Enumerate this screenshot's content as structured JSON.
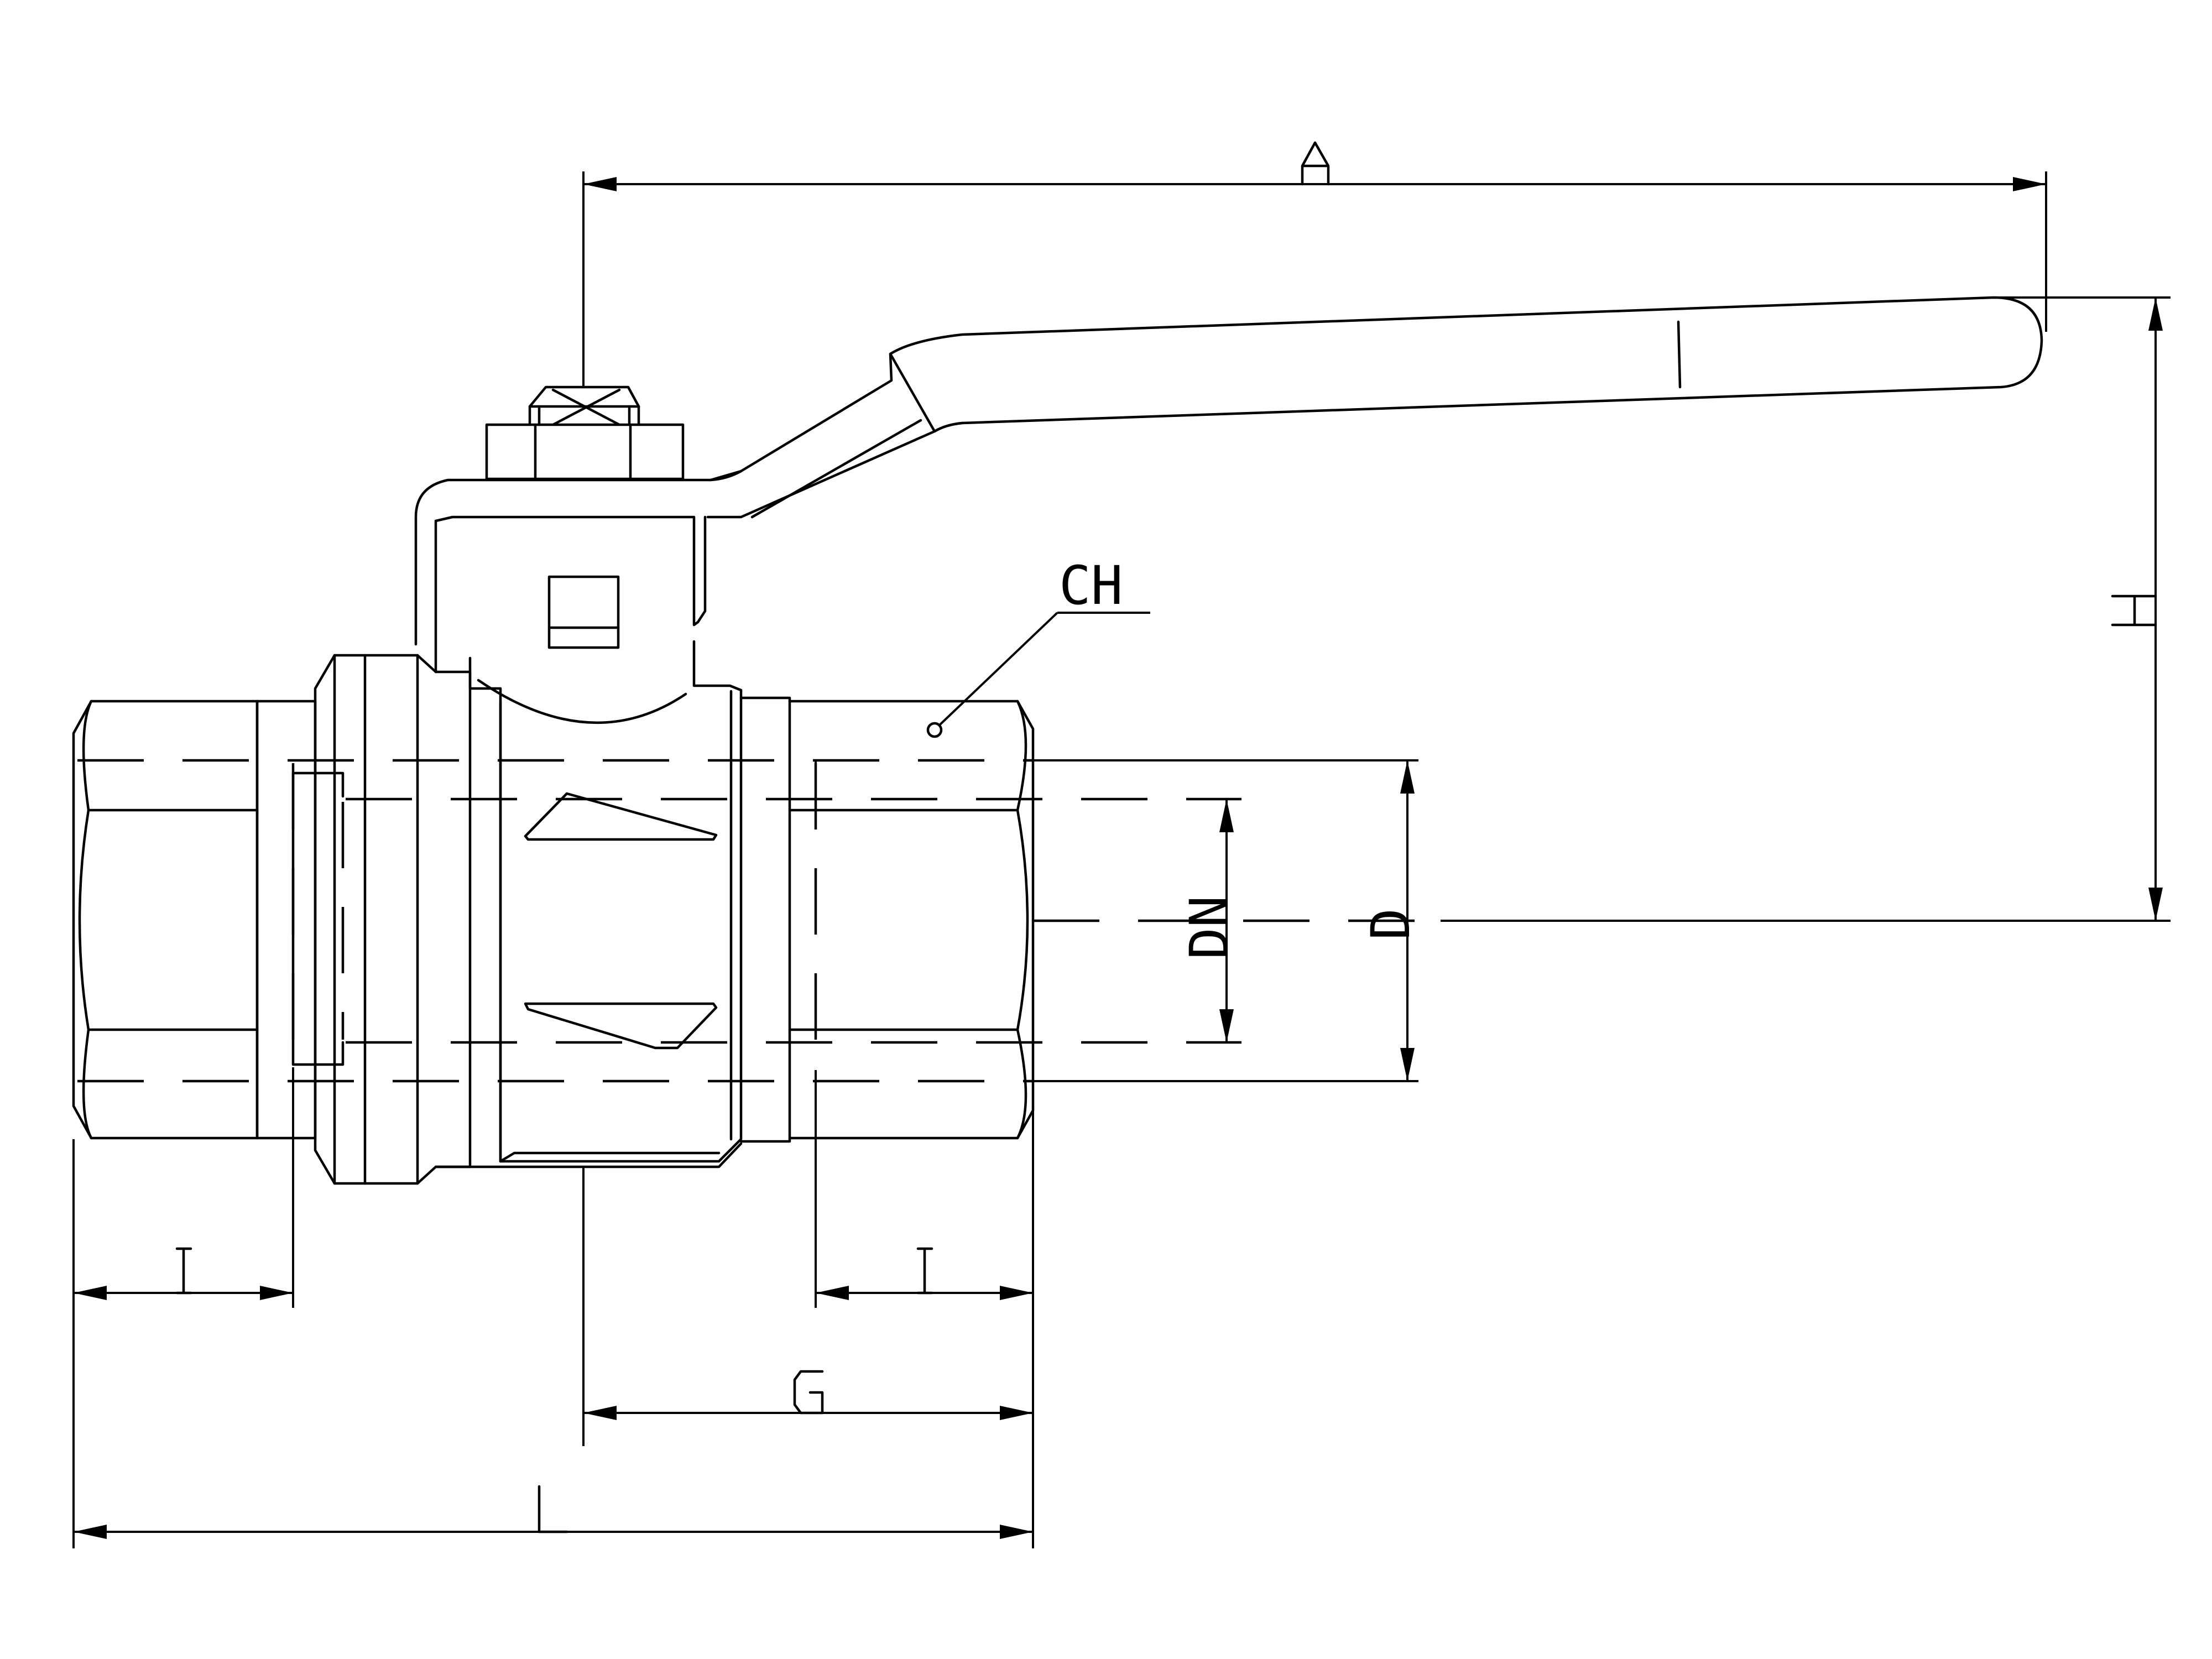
{
  "labels": {
    "A": "A",
    "CH": "CH",
    "H": "H",
    "DN": "DN",
    "D": "D",
    "I_left": "I",
    "I_right": "I",
    "G": "G",
    "L": "L",
    "handle_mark": "I"
  },
  "colors": {
    "stroke": "#000000",
    "background": "#ffffff"
  }
}
